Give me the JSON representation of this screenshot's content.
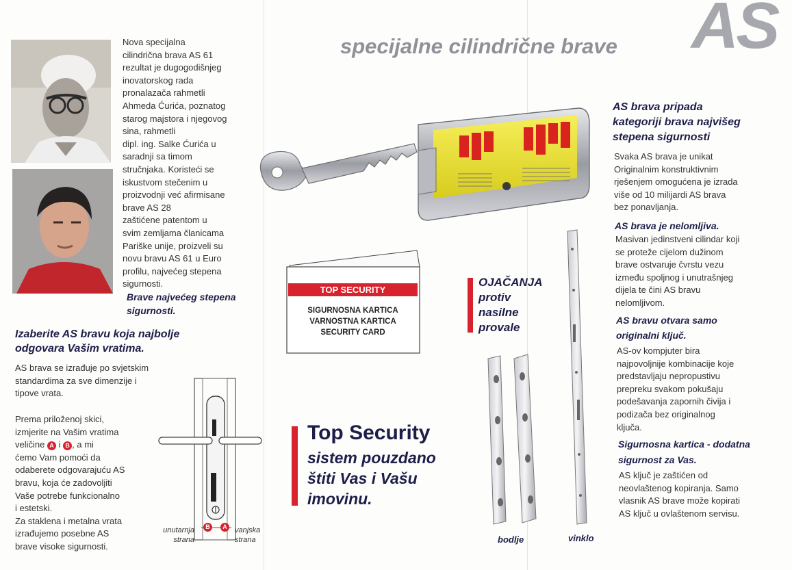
{
  "brand": {
    "logo": "AS",
    "headline": "specijalne cilindrične brave"
  },
  "intro": {
    "lines": [
      "Nova specijalna",
      "cilindrična brava AS 61",
      "rezultat je dugogodišnjeg",
      "inovatorskog rada",
      "pronalazača rahmetli",
      "Ahmeda Ćurića, poznatog",
      "starog majstora i njegovog",
      "sina, rahmetli",
      "dipl. ing. Salke Ćurića u",
      "saradnji sa timom",
      "stručnjaka. Koristeći se",
      "iskustvom stečenim u",
      "proizvodnji već afirmisane",
      "brave AS 28",
      "zaštićene patentom u",
      "svim zemljama članicama",
      "Pariške unije, proizveli su",
      "novu bravu AS 61 u Euro",
      "profilu, najvećeg stepena",
      "sigurnosti."
    ],
    "closing": [
      "Brave najvećeg stepena",
      "sigurnosti."
    ]
  },
  "choose": {
    "heading": [
      "Izaberite AS bravu koja najbolje",
      "odgovara Vašim vratima."
    ],
    "p1": [
      "AS brava se izrađuje po svjetskim",
      "standardima za sve dimenzije i",
      "tipove vrata."
    ],
    "p2": [
      "Prema priloženoj skici,",
      "izmjerite na Vašim vratima",
      "veličine",
      "i",
      ", a mi",
      "ćemo Vam pomoći da",
      "odaberete odgovarajuću AS",
      "bravu, koja će zadovoljiti",
      "Vaše potrebe funkcionalno",
      "i estetski."
    ],
    "p3": [
      "Za staklena i metalna vrata",
      "izrađujemo posebne AS",
      "brave visoke sigurnosti."
    ],
    "marker_a": "A",
    "marker_b": "B"
  },
  "diagram": {
    "inner_label": [
      "unutarnja",
      "strana"
    ],
    "outer_label": [
      "vanjska",
      "strana"
    ],
    "marker_b": "B",
    "marker_a": "A"
  },
  "card": {
    "band": "TOP SECURITY",
    "lines": [
      "SIGURNOSNA KARTICA",
      "VARNOSTNA KARTICA",
      "SECURITY CARD"
    ]
  },
  "top_security": {
    "title": "Top Security",
    "lines": [
      "sistem pouzdano",
      "štiti Vas i Vašu",
      "imovinu."
    ]
  },
  "reinforcement": {
    "lines": [
      "OJAČANJA",
      "protiv",
      "nasilne",
      "provale"
    ],
    "label_bodlje": "bodlje",
    "label_vinklo": "vinklo"
  },
  "right": {
    "h1": [
      "AS brava pripada",
      "kategoriji brava najvišeg",
      "stepena sigurnosti"
    ],
    "p1": [
      "Svaka AS brava je unikat",
      "Originalnim konstruktivnim",
      "rješenjem omogućena je izrada",
      "više od 10 milijardi AS brava",
      "bez ponavljanja."
    ],
    "h2": "AS brava je nelomljiva.",
    "p2": [
      "Masivan jedinstveni cilindar koji",
      "se proteže cijelom dužinom",
      "brave ostvaruje čvrstu vezu",
      "između spoljnog i unutrašnjeg",
      "dijela te čini AS bravu",
      "nelomljivom."
    ],
    "h3": [
      "AS bravu otvara samo",
      "originalni ključ."
    ],
    "p3": [
      "AS-ov kompjuter bira",
      "najpovoljnije kombinacije koje",
      "predstavljaju nepropustivu",
      "prepreku svakom pokušaju",
      "podešavanja zapornih čivija i",
      "podizača bez originalnog",
      "ključa."
    ],
    "h4": [
      "Sigurnosna kartica - dodatna",
      "sigurnost za Vas."
    ],
    "p4": [
      "AS ključ je zaštićen od",
      "neovlaštenog kopiranja. Samo",
      "vlasnik AS brave može kopirati",
      "AS ključ u ovlaštenom servisu."
    ]
  },
  "colors": {
    "accent_red": "#d6232e",
    "heading_navy": "#1d1d4a",
    "logo_grey": "#a6a8ad",
    "cylinder_yellow": "#f0e62a"
  }
}
